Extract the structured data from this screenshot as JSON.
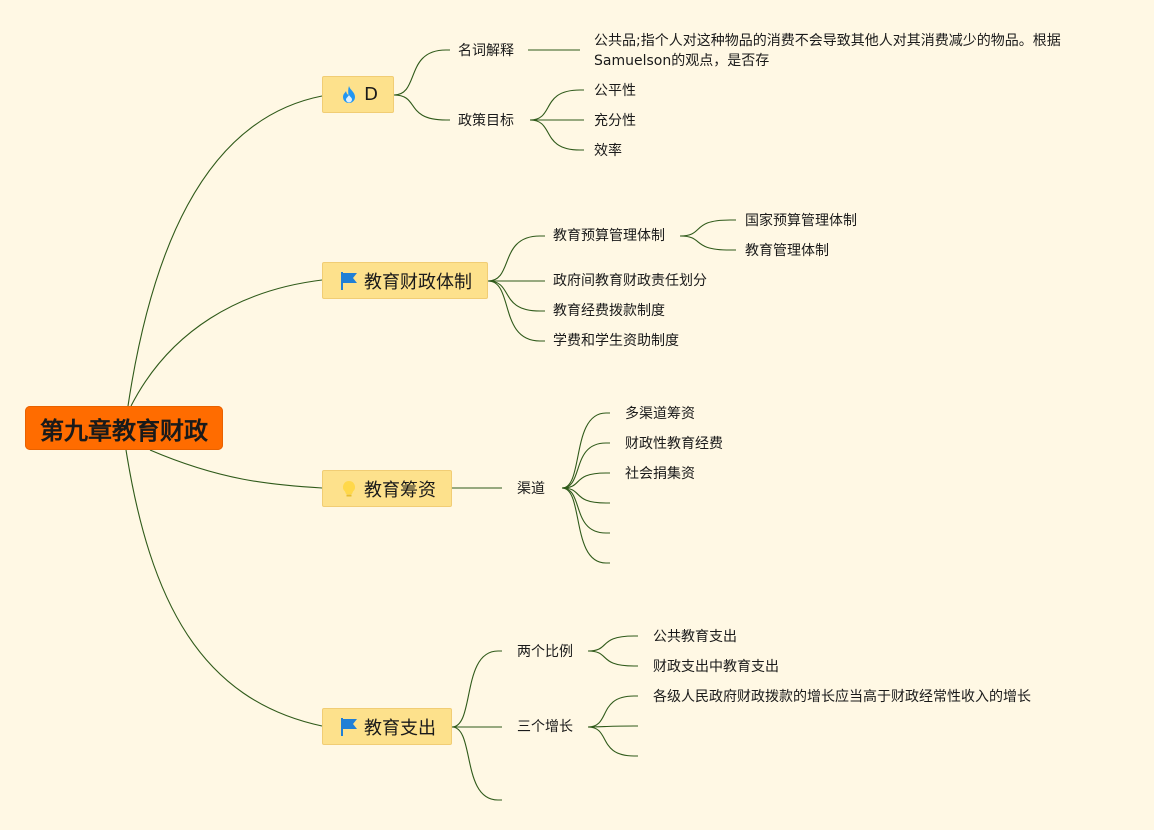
{
  "root": {
    "label": "第九章教育财政"
  },
  "branches": [
    {
      "label": "D",
      "icon": "fire-icon",
      "children": [
        {
          "label": "名词解释",
          "children": [
            {
              "label": "公共品;指个人对这种物品的消费不会导致其他人对其消费减少的物品。根据Samuelson的观点，是否存"
            }
          ]
        },
        {
          "label": "政策目标",
          "children": [
            {
              "label": "公平性"
            },
            {
              "label": "充分性"
            },
            {
              "label": "效率"
            }
          ]
        }
      ]
    },
    {
      "label": "教育财政体制",
      "icon": "flag-icon",
      "children": [
        {
          "label": "教育预算管理体制",
          "children": [
            {
              "label": "国家预算管理体制"
            },
            {
              "label": "教育管理体制"
            }
          ]
        },
        {
          "label": "政府间教育财政责任划分"
        },
        {
          "label": "教育经费拨款制度"
        },
        {
          "label": "学费和学生资助制度"
        }
      ]
    },
    {
      "label": "教育筹资",
      "icon": "lightbulb-icon",
      "children": [
        {
          "label": "渠道",
          "children": [
            {
              "label": "多渠道筹资"
            },
            {
              "label": "财政性教育经费"
            },
            {
              "label": "社会捐集资"
            },
            {
              "label": ""
            },
            {
              "label": ""
            },
            {
              "label": ""
            }
          ]
        }
      ]
    },
    {
      "label": "教育支出",
      "icon": "flag-icon",
      "children": [
        {
          "label": "两个比例",
          "children": [
            {
              "label": "公共教育支出"
            },
            {
              "label": "财政支出中教育支出"
            }
          ]
        },
        {
          "label": "三个增长",
          "children": [
            {
              "label": "各级人民政府财政拨款的增长应当高于财政经常性收入的增长"
            },
            {
              "label": ""
            },
            {
              "label": ""
            }
          ]
        },
        {
          "label": ""
        }
      ]
    }
  ],
  "colors": {
    "background": "#fff8e4",
    "root_fill": "#ff6c00",
    "branch_fill": "#fde18c",
    "connector": "#2f5a1a",
    "flag": "#1f7fd6",
    "fire": "#2196f3",
    "bulb": "#ffd84a"
  }
}
